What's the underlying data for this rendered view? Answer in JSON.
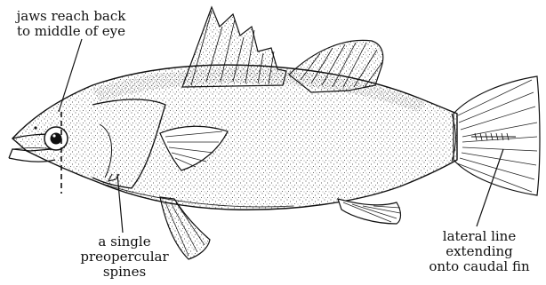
{
  "labels": {
    "jaws": [
      "jaws reach back",
      "to middle of eye"
    ],
    "spines": [
      "a single",
      "preopercular",
      "spines"
    ],
    "lateral_line": [
      "lateral line",
      "extending",
      "onto caudal fin"
    ]
  }
}
